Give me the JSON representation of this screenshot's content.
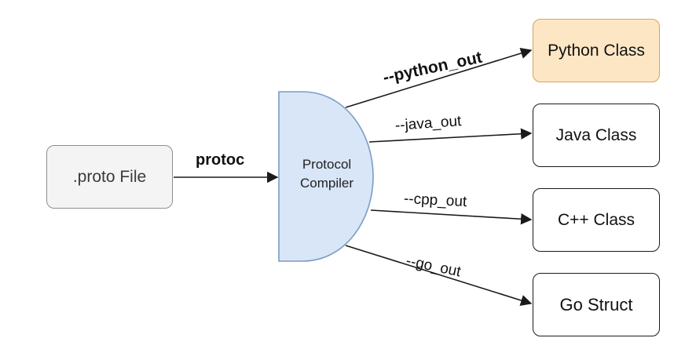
{
  "source": {
    "label": ".proto File"
  },
  "compiler": {
    "line1": "Protocol",
    "line2": "Compiler"
  },
  "edges": {
    "protoc": "protoc",
    "python": "--python_out",
    "java": "--java_out",
    "cpp": "--cpp_out",
    "go": "--go_out"
  },
  "targets": {
    "python": "Python Class",
    "java": "Java Class",
    "cpp": "C++ Class",
    "go": "Go Struct"
  },
  "colors": {
    "compiler_fill": "#d8e6f7",
    "compiler_stroke": "#7d9cc4",
    "python_fill": "#fde6c4",
    "python_stroke": "#d7a35b",
    "source_fill": "#f4f4f4",
    "arrow": "#1a1a1a"
  },
  "icons": {
    "arrowhead": "arrowhead-icon"
  }
}
